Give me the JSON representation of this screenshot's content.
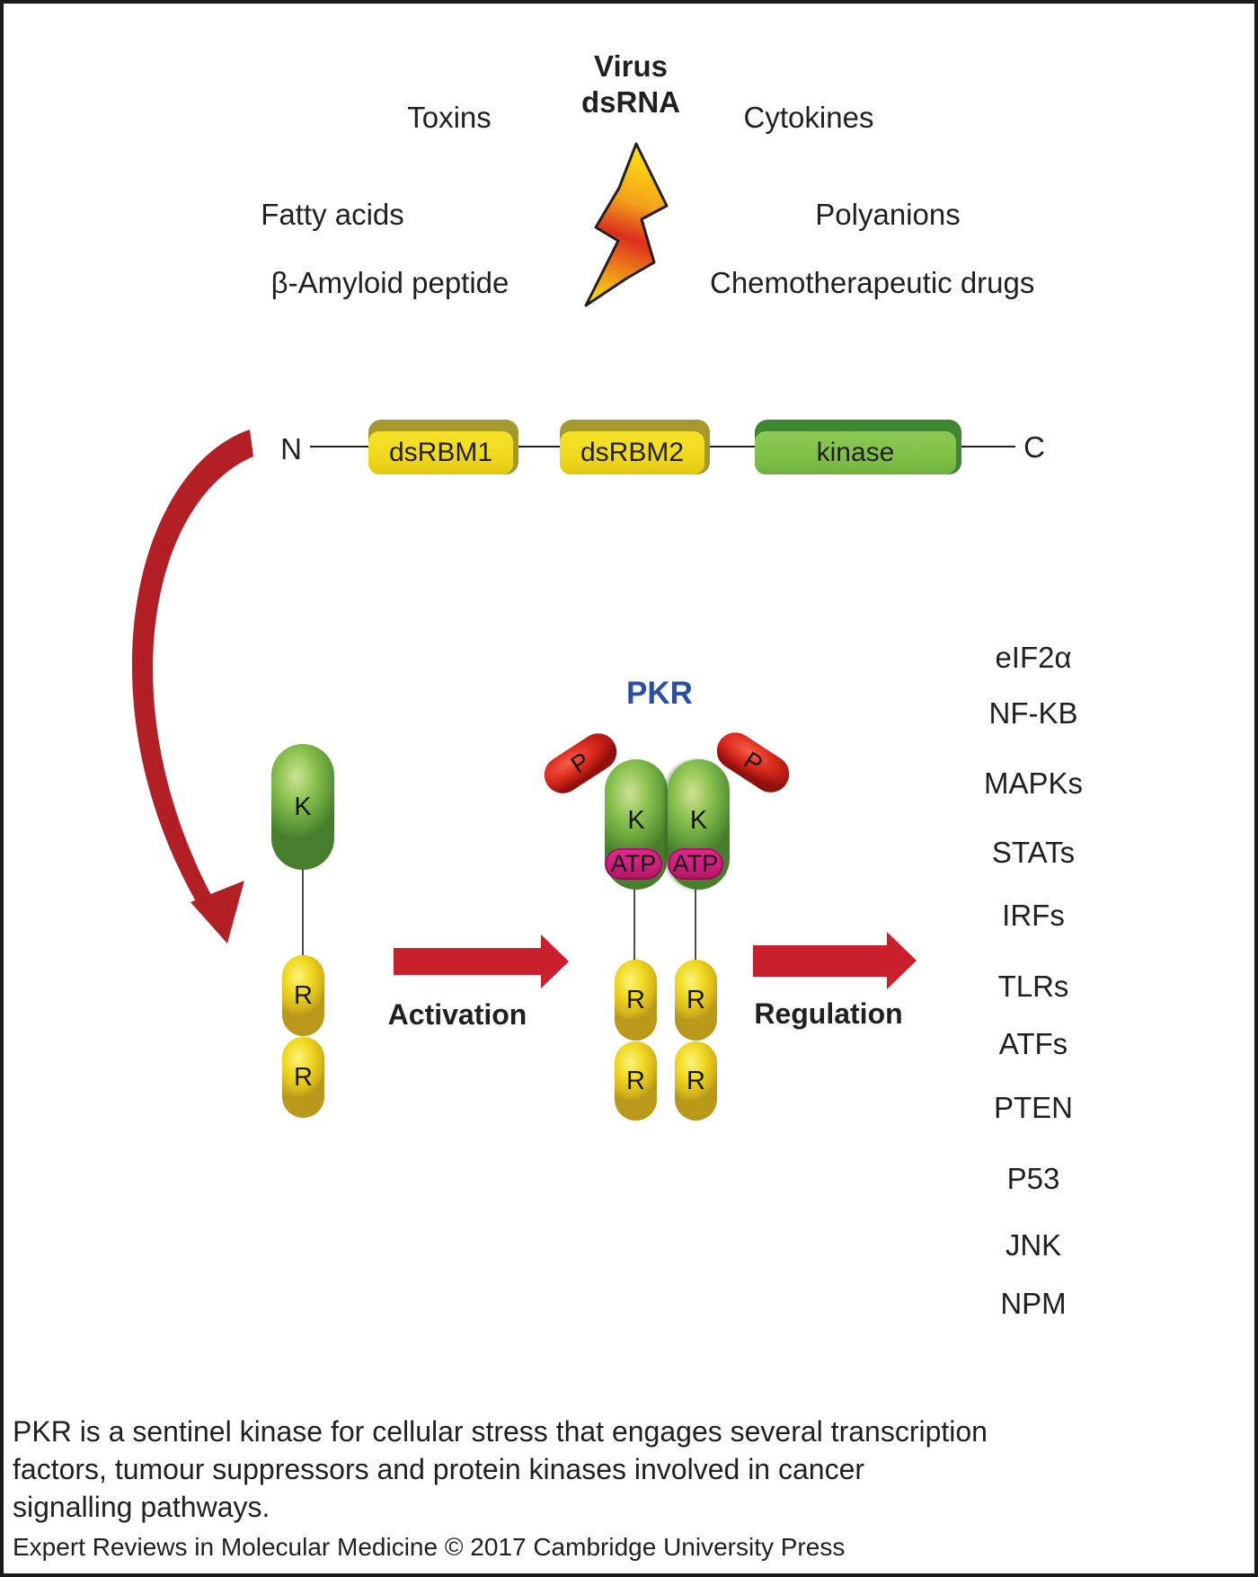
{
  "stimuli": {
    "heading_line1": "Virus",
    "heading_line2": "dsRNA",
    "left": [
      "Toxins",
      "Fatty acids",
      "β-Amyloid peptide"
    ],
    "right": [
      "Cytokines",
      "Polyanions",
      "Chemotherapeutic drugs"
    ]
  },
  "domain_map": {
    "n_terminus": "N",
    "c_terminus": "C",
    "domains": [
      "dsRBM1",
      "dsRBM2",
      "kinase"
    ]
  },
  "pkr_label": "PKR",
  "monomer": {
    "kinase_label": "K",
    "rbd_labels": [
      "R",
      "R"
    ]
  },
  "dimer": {
    "kinase_labels": [
      "K",
      "K"
    ],
    "phospho_labels": [
      "P",
      "P"
    ],
    "atp_labels": [
      "ATP",
      "ATP"
    ],
    "rbd_labels": [
      "R",
      "R",
      "R",
      "R"
    ]
  },
  "process_arrows": {
    "activation": "Activation",
    "regulation": "Regulation"
  },
  "targets": [
    "eIF2α",
    "NF-KB",
    "MAPKs",
    "STATs",
    "IRFs",
    "TLRs",
    "ATFs",
    "PTEN",
    "P53",
    "JNK",
    "NPM"
  ],
  "caption": {
    "lines": [
      "PKR is a sentinel kinase for cellular stress that engages several transcription",
      "factors, tumour suppressors and protein kinases involved in cancer",
      "signalling pathways."
    ],
    "credit": "Expert Reviews in Molecular Medicine © 2017 Cambridge University Press"
  },
  "colors": {
    "block_arrow_red": "#c9202b",
    "curved_arrow_red": "#b21f24",
    "pkr_blue": "#2b4fa2",
    "domain_yellow": "#f0da1c",
    "domain_yellow_dark": "#a5982d",
    "domain_green": "#7fc047",
    "domain_green_dark": "#3f8630",
    "atp_magenta": "#cb1e7e",
    "phospho_red": "#e03122",
    "text_black": "#231f20"
  }
}
